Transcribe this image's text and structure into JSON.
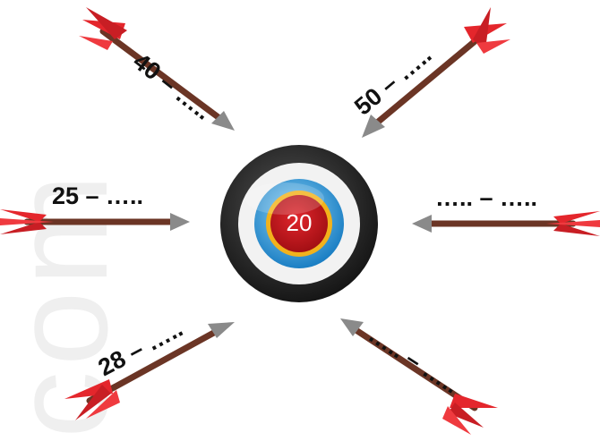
{
  "watermark": "com",
  "target": {
    "center_value": "20",
    "colors": {
      "outer": "#1f1f1f",
      "white_ring": "#f2f2f2",
      "blue_ring": "#2f96d6",
      "gold_ring": "#f2b21c",
      "bullseye": "#c0141a"
    }
  },
  "arrows": [
    {
      "id": "top-left",
      "label": "40 – ….."
    },
    {
      "id": "top-right",
      "label": "50 – ….."
    },
    {
      "id": "left",
      "label": "25 – ….."
    },
    {
      "id": "right",
      "label": "….. – ….."
    },
    {
      "id": "bottom-left",
      "label": "28 – ….."
    },
    {
      "id": "bottom-right",
      "label": "….. – ….."
    }
  ],
  "arrow_colors": {
    "shaft": "#7a3a2a",
    "fletching": "#e4262c",
    "tip": "#8a8a8a"
  }
}
